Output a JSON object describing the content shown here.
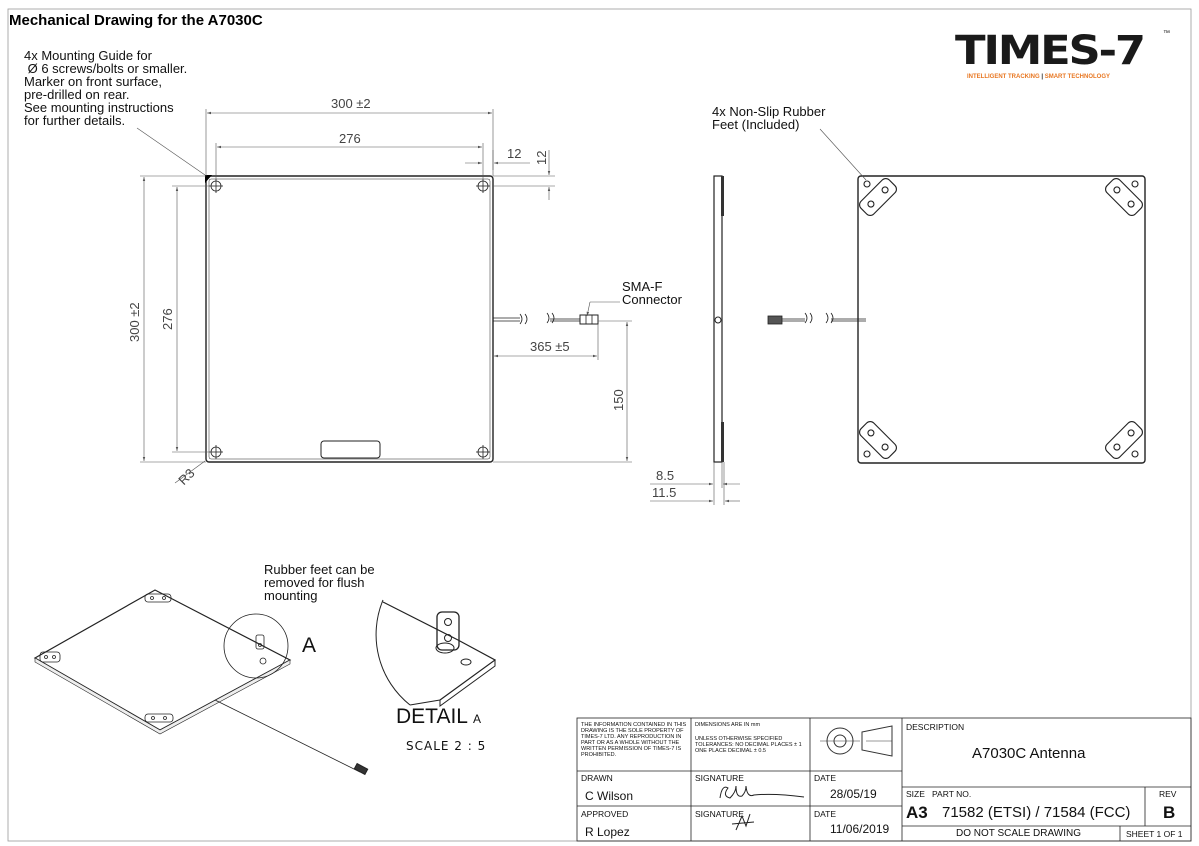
{
  "title": "Mechanical Drawing for the A7030C",
  "logo": {
    "wordmark": "TIMES-7",
    "tm": "™",
    "tag_left": "INTELLIGENT TRACKING",
    "tag_sep": " | ",
    "tag_right": "SMART TECHNOLOGY",
    "accent_color": "#e87722"
  },
  "notes": {
    "mounting_guide": "4x Mounting Guide for\n Ø 6 screws/bolts or smaller.\nMarker on front surface,\npre-drilled on rear.\nSee mounting instructions\nfor further details.",
    "rubber_feet": "4x Non-Slip Rubber\nFeet (Included)",
    "connector": "SMA-F\nConnector",
    "rubber_removable": "Rubber feet can be\nremoved for flush\nmounting"
  },
  "dimensions": {
    "overall_width": "300 ±2",
    "hole_spacing_x": "276",
    "edge_offset_x": "12",
    "edge_offset_y": "12",
    "overall_height": "300 ±2",
    "hole_spacing_y": "276",
    "cable_length": "365 ±5",
    "connector_height": "150",
    "corner_radius": "R3",
    "thickness_body": "8.5",
    "thickness_total": "11.5"
  },
  "detail": {
    "callout": "A",
    "label": "DETAIL",
    "label_suffix": "A",
    "scale": "SCALE 2 : 5"
  },
  "title_block": {
    "proprietary": "THE INFORMATION CONTAINED IN THIS DRAWING IS THE SOLE PROPERTY OF TIMES-7 LTD. ANY REPRODUCTION IN PART OR AS A WHOLE WITHOUT THE WRITTEN PERMISSION OF TIMES-7 IS PROHIBITED.",
    "units_note": "DIMENSIONS ARE IN mm",
    "tolerance_note": "UNLESS OTHERWISE SPECIFIED TOLERANCES: NO DECIMAL PLACES ± 1 ONE PLACE DECIMAL ± 0.5",
    "drawn_label": "DRAWN",
    "drawn_by": "C Wilson",
    "signature_label": "SIGNATURE",
    "date_label": "DATE",
    "drawn_date": "28/05/19",
    "approved_label": "APPROVED",
    "approved_by": "R Lopez",
    "approved_date": "11/06/2019",
    "description_label": "DESCRIPTION",
    "description": "A7030C Antenna",
    "size_label": "SIZE",
    "size": "A3",
    "part_no_label": "PART NO.",
    "part_no": "71582 (ETSI) / 71584 (FCC)",
    "rev_label": "REV",
    "rev": "B",
    "do_not_scale": "DO NOT SCALE DRAWING",
    "sheet": "SHEET 1 OF 1"
  }
}
